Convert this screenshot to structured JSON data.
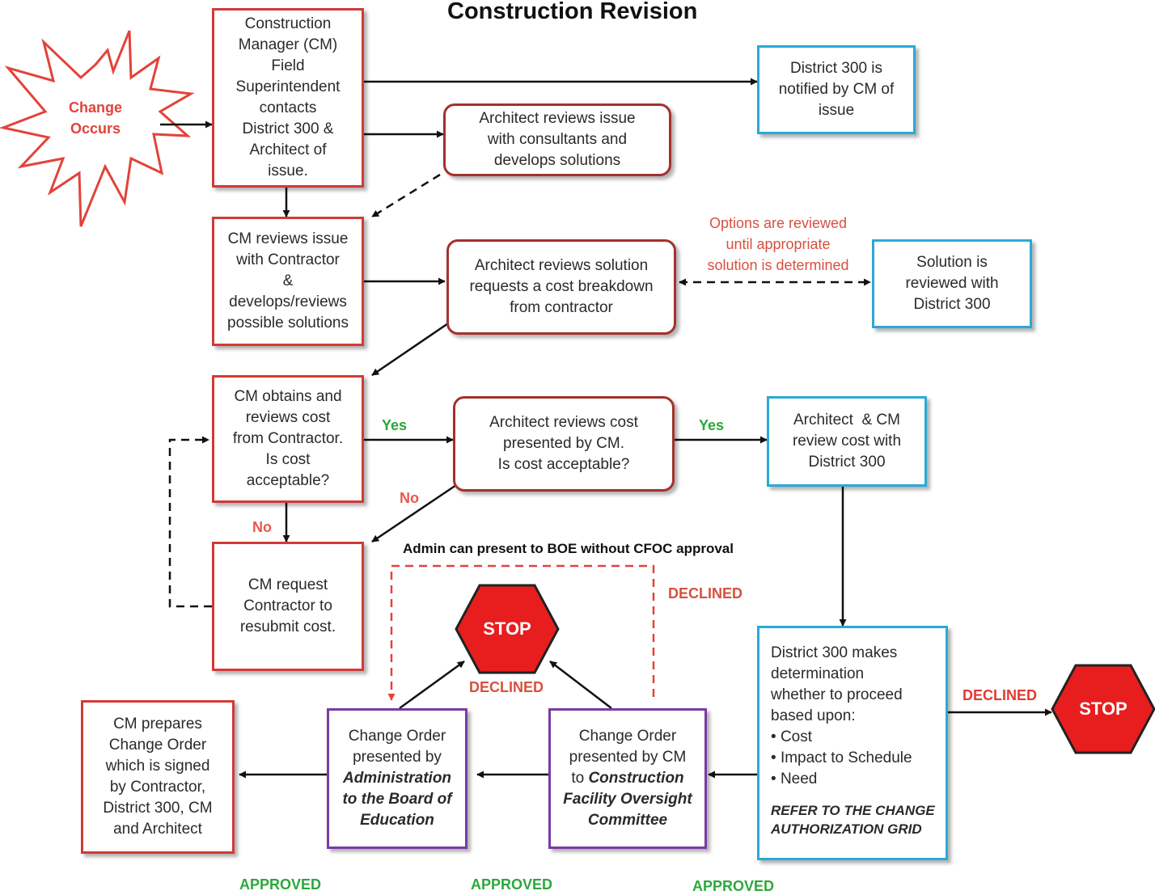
{
  "title": "Construction Revision",
  "colors": {
    "box_red": "#d23a35",
    "box_blue": "#2aa9d6",
    "box_purple": "#7a3aa3",
    "stop_red": "#e81e1e",
    "yes_green": "#2ca83c",
    "approved_green": "#2ca83c",
    "declined_red": "#e23a30"
  },
  "burst": {
    "line1": "Change",
    "line2": "Occurs"
  },
  "nodes": {
    "cm_contacts": [
      "Construction",
      "Manager (CM)",
      "Field",
      "Superintendent",
      "contacts",
      "District 300 &",
      "Architect of",
      "issue."
    ],
    "district_notified": [
      "District 300 is",
      "notified by CM of",
      "issue"
    ],
    "architect_reviews_issue": [
      "Architect reviews issue",
      "with consultants and",
      "develops solutions"
    ],
    "cm_reviews_issue": [
      "CM reviews issue",
      "with Contractor",
      "&",
      "develops/reviews",
      "possible solutions"
    ],
    "architect_reviews_solution": [
      "Architect reviews solution",
      "requests a cost breakdown",
      "from contractor"
    ],
    "solution_reviewed": [
      "Solution is",
      "reviewed with",
      "District 300"
    ],
    "cm_obtains_cost": [
      "CM obtains and",
      "reviews cost",
      "from Contractor.",
      "Is cost",
      "acceptable?"
    ],
    "architect_reviews_cost": [
      "Architect reviews cost",
      "presented by CM.",
      "Is cost acceptable?"
    ],
    "architect_cm_review": [
      "Architect  & CM",
      "review cost with",
      "District 300"
    ],
    "cm_request_resubmit": [
      "CM request",
      "Contractor to",
      "resubmit cost."
    ],
    "district_determination": {
      "lines": [
        "District 300 makes",
        "determination",
        "whether to proceed",
        "based upon:"
      ],
      "bullets": [
        "Cost",
        "Impact to Schedule",
        "Need"
      ],
      "refer": [
        "REFER TO THE CHANGE",
        "AUTHORIZATION GRID"
      ]
    },
    "co_cfoc": {
      "plain": [
        "Change Order",
        "presented by CM",
        "to "
      ],
      "emph": [
        "Construction",
        "Facility Oversight",
        "Committee"
      ]
    },
    "co_board": {
      "plain": [
        "Change Order",
        "presented by"
      ],
      "emph": [
        "Administration",
        "to the Board of",
        "Education"
      ]
    },
    "cm_prepares_co": [
      "CM prepares",
      "Change Order",
      "which is signed",
      "by Contractor,",
      "District 300, CM",
      "and Architect"
    ]
  },
  "labels": {
    "options_note": [
      "Options are reviewed",
      "until appropriate",
      "solution is determined"
    ],
    "yes1": "Yes",
    "yes2": "Yes",
    "no1": "No",
    "no2": "No",
    "admin_note": "Admin can present to BOE without CFOC approval",
    "declined_dashed": "DECLINED",
    "declined_stop1": "DECLINED",
    "declined_right": "DECLINED",
    "approved1": "APPROVED",
    "approved2": "APPROVED",
    "approved3": "APPROVED",
    "stop1": "STOP",
    "stop2": "STOP"
  }
}
